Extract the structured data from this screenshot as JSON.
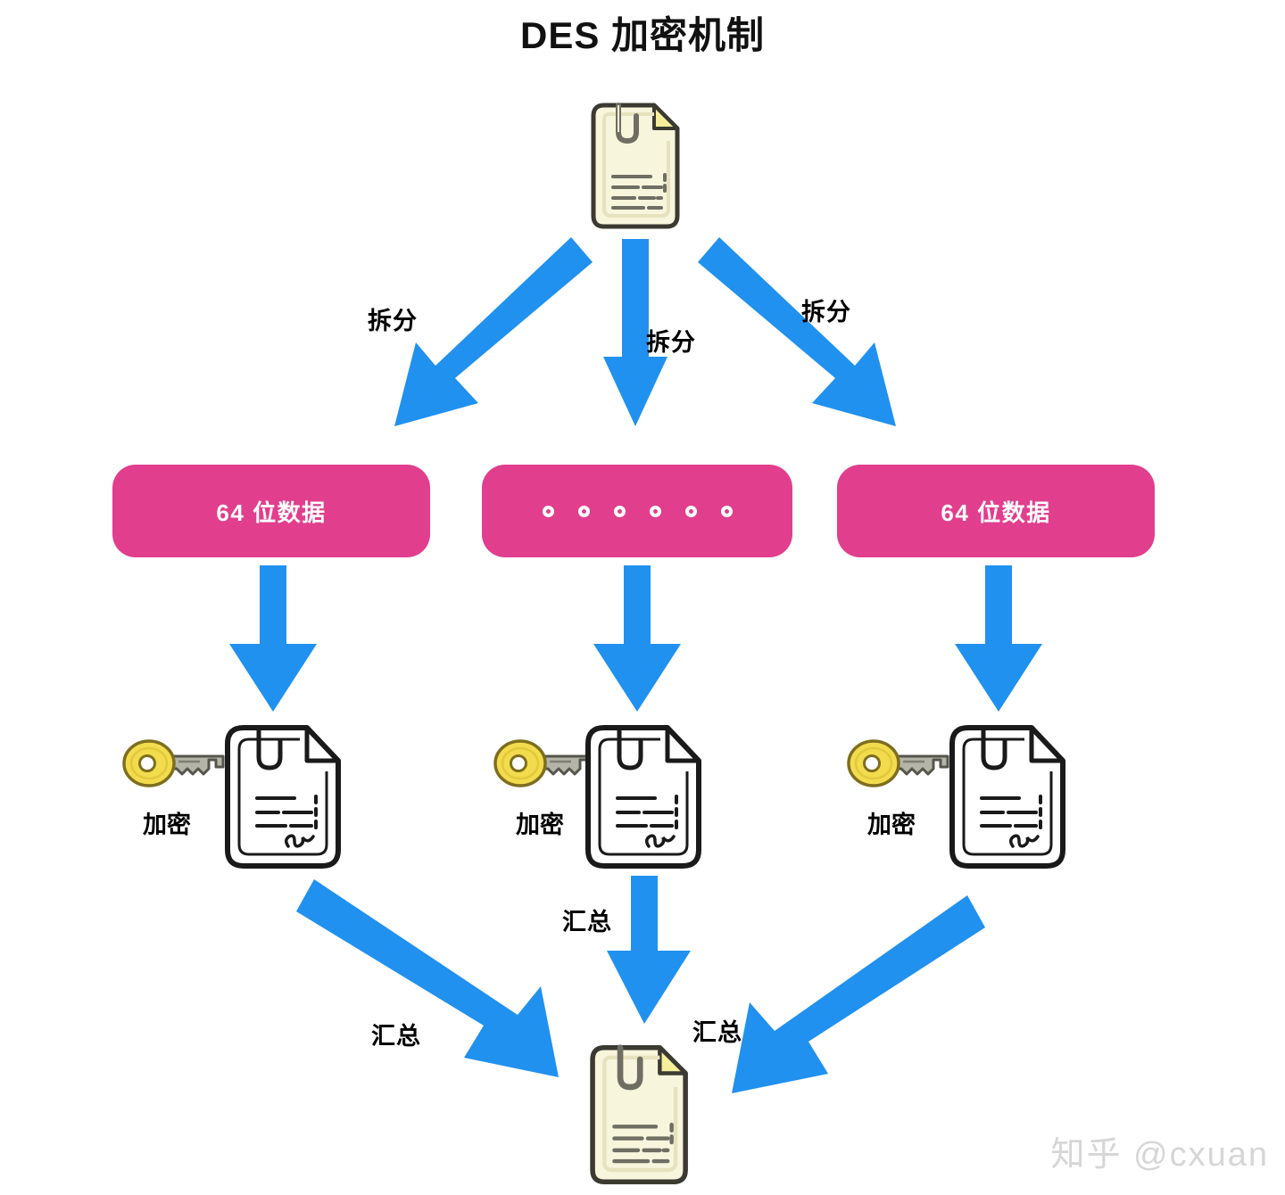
{
  "title": "DES 加密机制",
  "colors": {
    "arrow_blue": "#2091EF",
    "block_pink": "#E23E8E",
    "doc_cream": "#F7F5DC",
    "doc_fold_yellow": "#F6EE9B",
    "key_yellow": "#F2DC4E",
    "key_shaft_gray": "#B4B4A8",
    "text_black": "#000000",
    "watermark_gray": "#D6D6D6",
    "background": "#FFFFFF"
  },
  "source_document": {
    "icon": "document-paperclip-icon",
    "label": ""
  },
  "split_arrows": [
    {
      "label": "拆分",
      "direction": "down-left"
    },
    {
      "label": "拆分",
      "direction": "down"
    },
    {
      "label": "拆分",
      "direction": "down-right"
    }
  ],
  "blocks": [
    {
      "id": "left",
      "label": "64 位数据",
      "type": "text"
    },
    {
      "id": "middle",
      "label": "。。。。。。",
      "type": "dots",
      "dot_count": 6
    },
    {
      "id": "right",
      "label": "64 位数据",
      "type": "text"
    }
  ],
  "block_arrows": [
    {
      "direction": "down"
    },
    {
      "direction": "down"
    },
    {
      "direction": "down"
    }
  ],
  "encrypt_stages": [
    {
      "id": "left",
      "key_icon": "key-icon",
      "label": "加密",
      "doc_icon": "signed-document-icon"
    },
    {
      "id": "middle",
      "key_icon": "key-icon",
      "label": "加密",
      "doc_icon": "signed-document-icon"
    },
    {
      "id": "right",
      "key_icon": "key-icon",
      "label": "加密",
      "doc_icon": "signed-document-icon"
    }
  ],
  "merge_arrows": [
    {
      "label": "汇总",
      "direction": "down-right"
    },
    {
      "label": "汇总",
      "direction": "down"
    },
    {
      "label": "汇总",
      "direction": "down-left"
    }
  ],
  "result_document": {
    "icon": "document-paperclip-icon",
    "label": ""
  },
  "watermark": "知乎 @cxuan"
}
